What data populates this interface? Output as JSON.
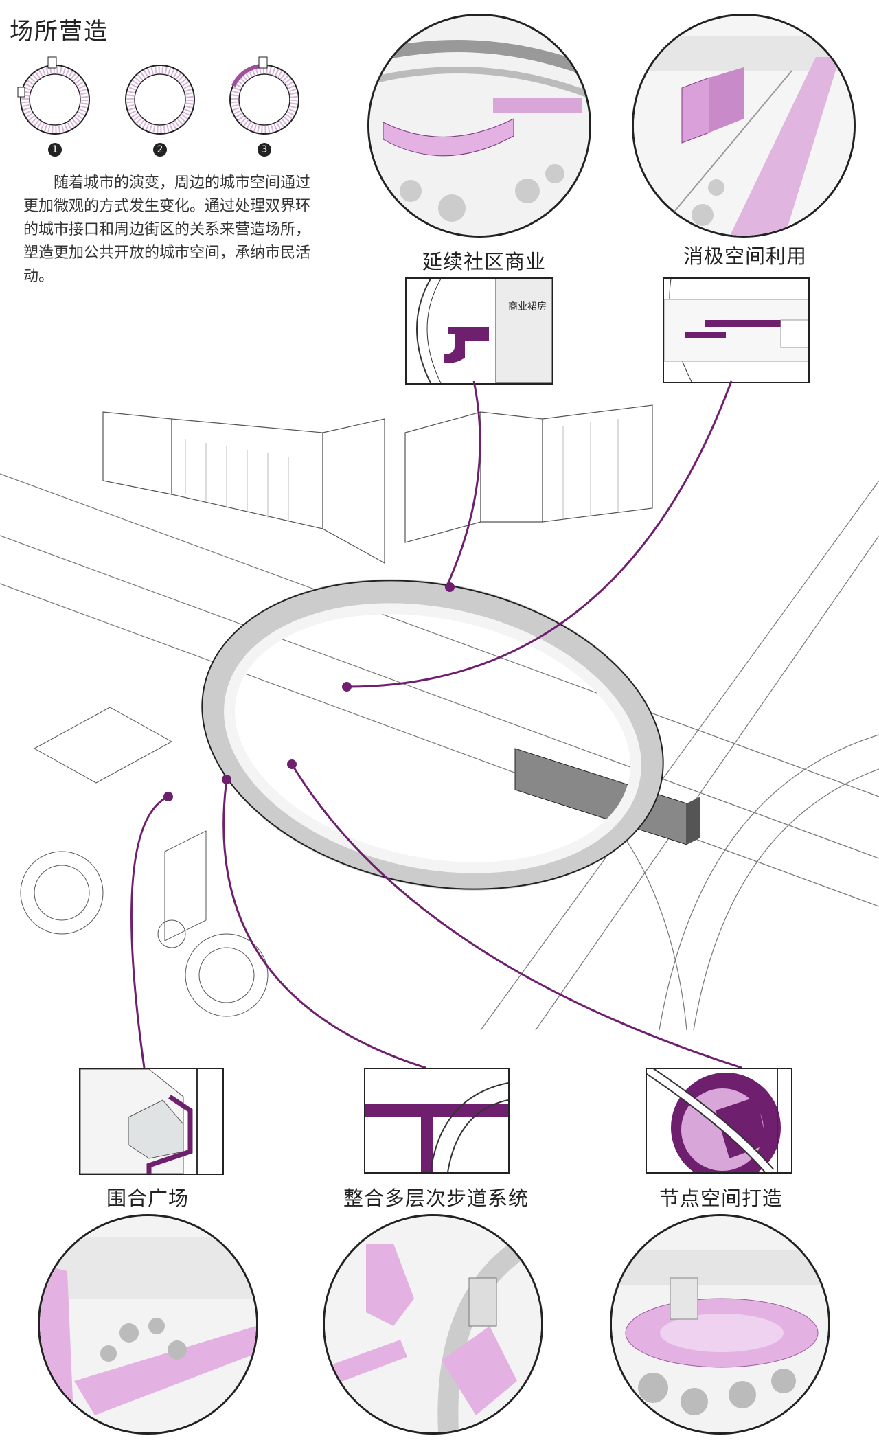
{
  "title": "场所营造",
  "steps": [
    "1",
    "2",
    "3"
  ],
  "description": "随着城市的演变，周边的城市空间通过更加微观的方式发生变化。通过处理双界环的城市接口和周边街区的关系来营造场所，塑造更加公共开放的城市空间，承纳市民活动。",
  "labels": {
    "community_commerce": "延续社区商业",
    "negative_space": "消极空间利用",
    "enclosed_plaza": "围合广场",
    "multilevel_walkway": "整合多层次步道系统",
    "node_space": "节点空间打造"
  },
  "inset_text": {
    "commercial_podium": "商业裙房"
  },
  "colors": {
    "accent": "#6e1f6e",
    "pink": "#d9a6d9",
    "line": "#222222",
    "light": "#cfcfcf"
  }
}
